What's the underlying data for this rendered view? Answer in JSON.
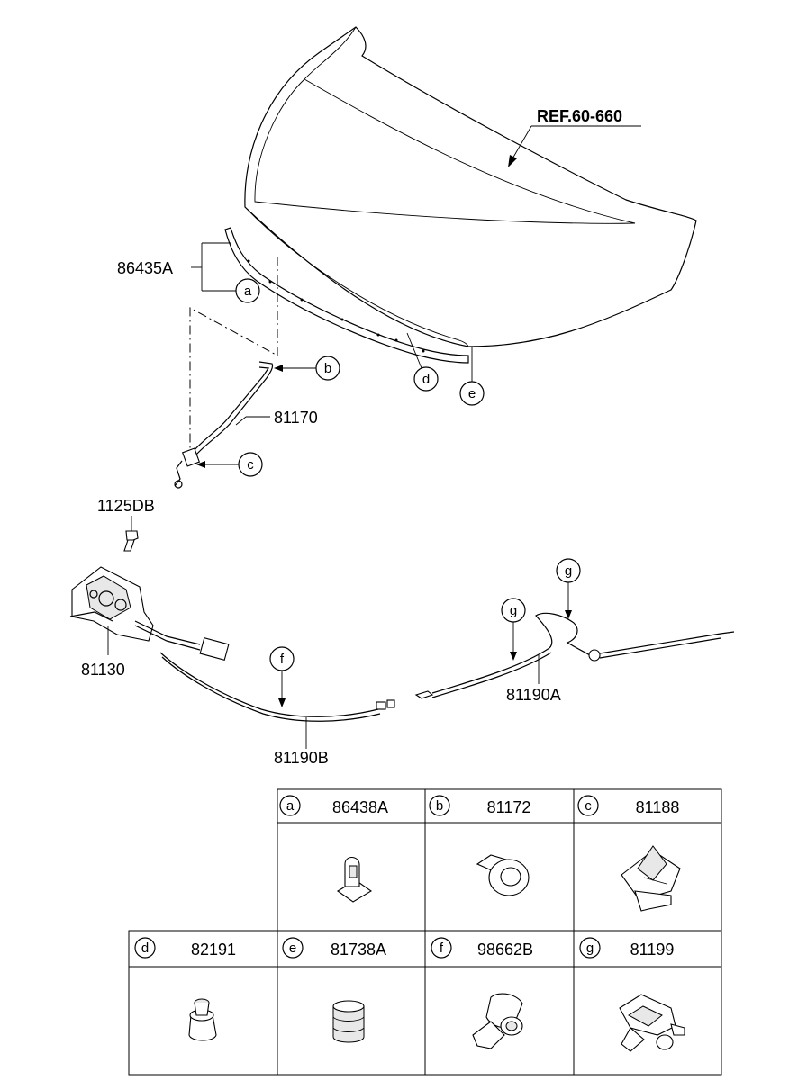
{
  "reference_label": "REF.60-660",
  "callouts": {
    "p86435A": "86435A",
    "p81170": "81170",
    "p1125DB": "1125DB",
    "p81130": "81130",
    "p81190A": "81190A",
    "p81190B": "81190B"
  },
  "markers": {
    "a": "a",
    "b": "b",
    "c": "c",
    "d": "d",
    "e": "e",
    "f": "f",
    "g": "g"
  },
  "legend": [
    {
      "letter": "a",
      "part": "86438A"
    },
    {
      "letter": "b",
      "part": "81172"
    },
    {
      "letter": "c",
      "part": "81188"
    },
    {
      "letter": "d",
      "part": "82191"
    },
    {
      "letter": "e",
      "part": "81738A"
    },
    {
      "letter": "f",
      "part": "98662B"
    },
    {
      "letter": "g",
      "part": "81199"
    }
  ]
}
